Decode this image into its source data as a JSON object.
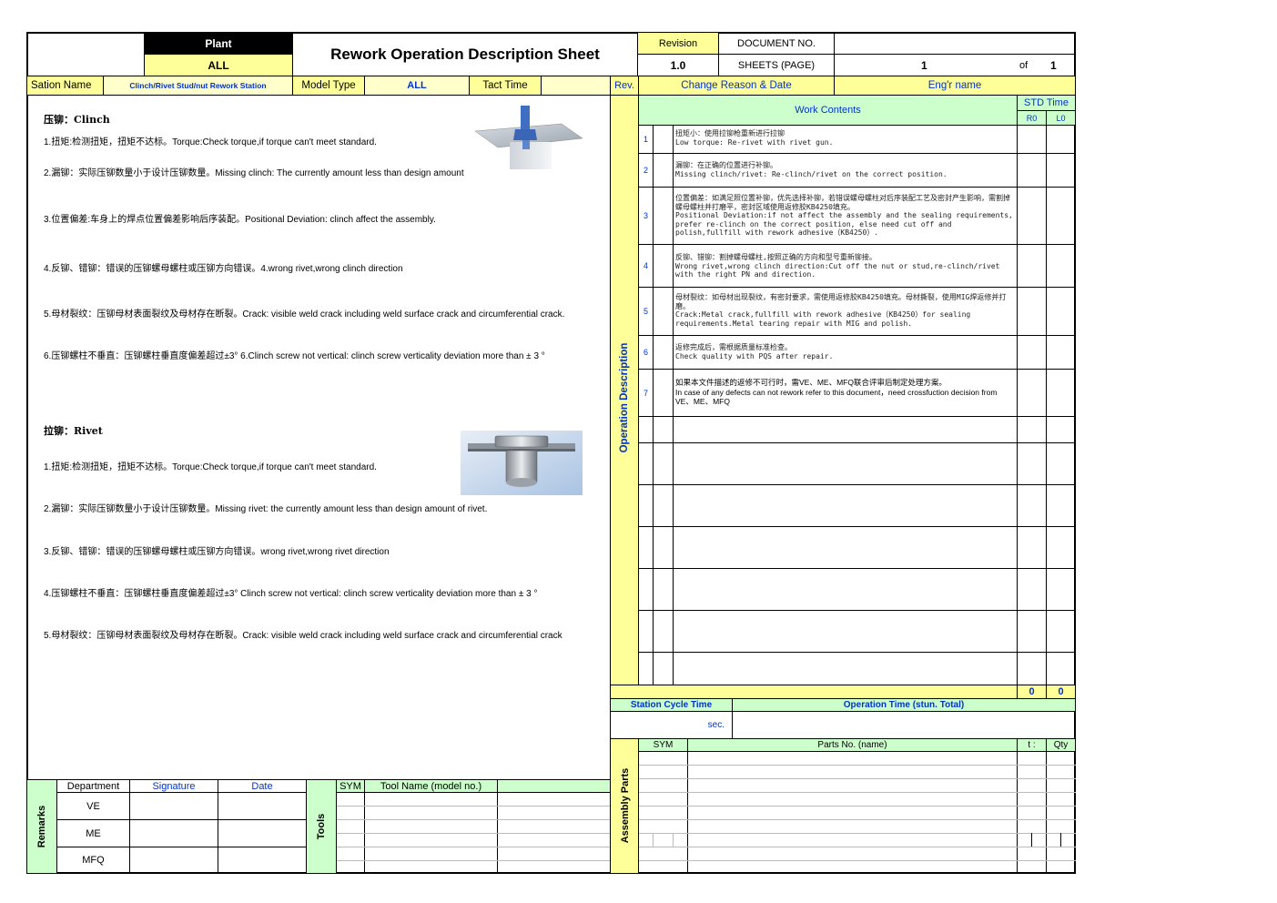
{
  "header": {
    "plant_label": "Plant",
    "plant_value": "ALL",
    "title": "Rework Operation Description Sheet",
    "revision_label": "Revision",
    "revision_value": "1.0",
    "document_no_label": "DOCUMENT NO.",
    "document_no_value": "",
    "sheets_label": "SHEETS  (PAGE)",
    "sheet_current": "1",
    "sheet_of": "of",
    "sheet_total": "1"
  },
  "station_row": {
    "station_name_label": "Sation Name",
    "station_name_value": "Clinch/Rivet Stud/nut Rework Station",
    "model_type_label": "Model Type",
    "model_type_value": "ALL",
    "tact_time_label": "Tact Time",
    "tact_time_value": "",
    "rev_label": "Rev.",
    "change_reason_label": "Change Reason & Date",
    "engr_name_label": "Eng'r name"
  },
  "clinch": {
    "heading": "压铆：Clinch",
    "items": [
      "1.扭矩:检测扭矩，扭矩不达标。Torque:Check torque,if torque can't meet standard.",
      "2.漏铆：实际压铆数量小于设计压铆数量。Missing clinch: The currently amount less than design amount",
      "3.位置偏差:车身上的焊点位置偏差影响后序装配。Positional Deviation: clinch affect the assembly.",
      "4.反铆、错铆：错误的压铆螺母螺柱或压铆方向错误。4.wrong rivet,wrong clinch direction",
      "5.母材裂纹：压铆母材表面裂纹及母材存在断裂。Crack: visible weld crack including weld surface crack and circumferential crack.",
      "6.压铆螺柱不垂直：压铆螺柱垂直度偏差超过±3° 6.Clinch screw not vertical: clinch screw verticality deviation more than ± 3 °"
    ]
  },
  "rivet": {
    "heading": "拉铆：Rivet",
    "items": [
      "1.扭矩:检测扭矩，扭矩不达标。Torque:Check torque,if torque can't meet standard.",
      "2.漏铆：实际压铆数量小于设计压铆数量。Missing rivet: the currently amount less than design amount of rivet.",
      "3.反铆、错铆：错误的压铆螺母螺柱或压铆方向错误。wrong rivet,wrong rivet direction",
      "4.压铆螺柱不垂直：压铆螺柱垂直度偏差超过±3°  Clinch screw not vertical: clinch screw verticality deviation more than ± 3 °",
      "5.母材裂纹：压铆母材表面裂纹及母材存在断裂。Crack: visible weld crack including weld surface crack and circumferential crack"
    ]
  },
  "operation": {
    "side_label": "Operation Description",
    "work_contents_label": "Work Contents",
    "std_time_label": "STD Time",
    "r0_label": "R0",
    "l0_label": "L0",
    "steps": [
      {
        "no": "1",
        "zh": "扭矩小：使用拉铆枪重新进行拉铆",
        "en": "Low torque: Re-rivet with rivet gun."
      },
      {
        "no": "2",
        "zh": "漏铆：在正确的位置进行补铆。",
        "en": "Missing clinch/rivet: Re-clinch/rivet on the correct position."
      },
      {
        "no": "3",
        "zh": "位置偏差：如满足照位置补铆，优先选择补铆，若错误螺母螺柱对后序装配工艺及密封产生影响，需割掉螺母螺柱并打磨平，密封区域使用返修胶KB4250填充。",
        "en": "Positional Deviation:if not affect the assembly and the sealing requirements, prefer re-clinch on the correct position, else need cut off and polish,fullfill with rework adhesive（KB4250）."
      },
      {
        "no": "4",
        "zh": "反铆、错铆：割掉螺母螺柱,按照正确的方向和型号重新铆接。",
        "en": "Wrong rivet,wrong clinch direction:Cut off the nut or stud,re-clinch/rivet with the right PN and direction."
      },
      {
        "no": "5",
        "zh": "母材裂纹：如母材出现裂纹，有密封要求，需使用返修胶KB4250填充。母材撕裂，使用MIG焊返修并打磨。",
        "en": "Crack:Metal crack,fullfill with rework adhesive（KB4250）for sealing requirements.Metal tearing repair with MIG and polish."
      },
      {
        "no": "6",
        "zh": "返修完成后，需根据质量标准检查。",
        "en": "Check quality with PQS after repair."
      },
      {
        "no": "7",
        "zh": "如果本文件描述的返修不可行时，需VE、ME、MFQ联合评审后制定处理方案。",
        "en": "In case of any defects can not rework refer to this document，need crossfuction decision from VE、ME、MFQ"
      }
    ],
    "total_r0": "0",
    "total_l0": "0"
  },
  "cycle": {
    "station_cycle_label": "Station Cycle Time",
    "operation_time_label": "Operation Time  (stun. Total)",
    "sec_label": "sec."
  },
  "parts": {
    "side_label": "Assembly Parts",
    "sym_label": "SYM",
    "parts_no_label": "Parts No. (name)",
    "t_label": "t :",
    "qty_label": "Qty"
  },
  "remarks": {
    "side_label": "Remarks",
    "department_label": "Department",
    "signature_label": "Signature",
    "date_label": "Date",
    "departments": [
      "VE",
      "ME",
      "MFQ"
    ]
  },
  "tools": {
    "side_label": "Tools",
    "sym_label": "SYM",
    "tool_name_label": "Tool Name (model no.)"
  }
}
